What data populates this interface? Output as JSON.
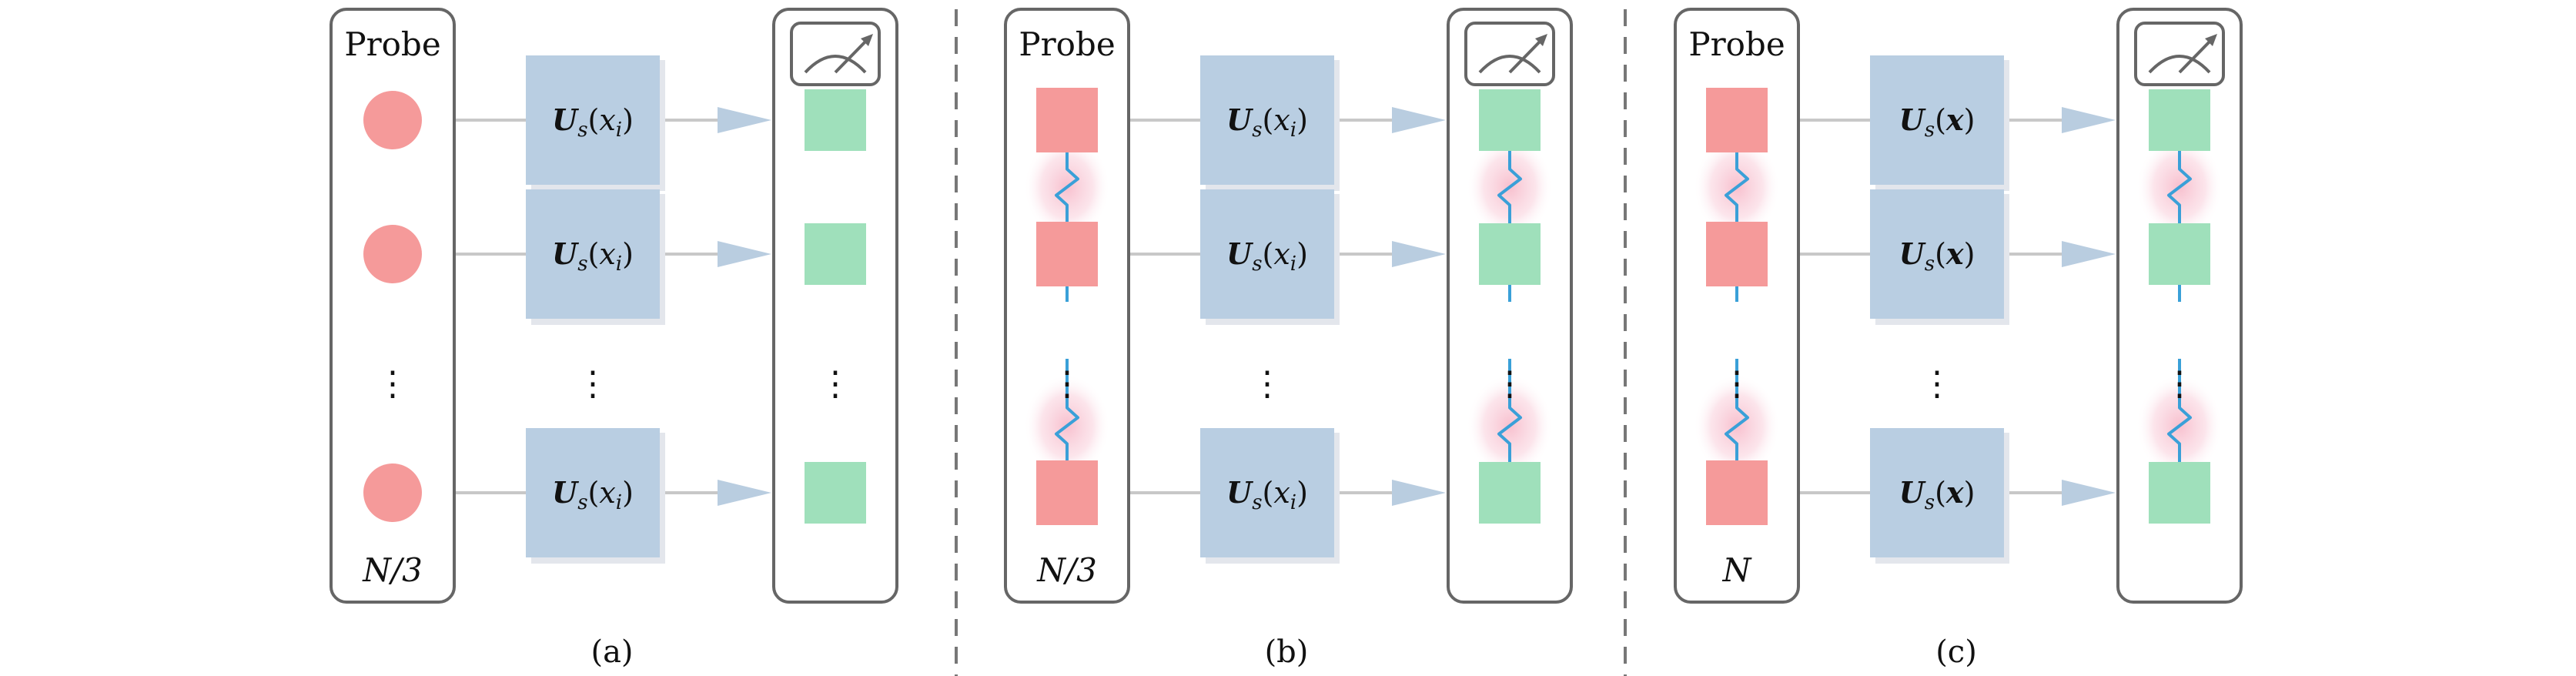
{
  "panels": [
    {
      "id": "a",
      "probe_title": "Probe",
      "probe_count": "N/3",
      "probe_shape": "circle",
      "entangled": false,
      "gate_label": {
        "op": "U",
        "sub": "s",
        "arg": "x",
        "arg_sub": "i",
        "arg_bold": false
      },
      "caption": "(a)"
    },
    {
      "id": "b",
      "probe_title": "Probe",
      "probe_count": "N/3",
      "probe_shape": "square",
      "entangled": true,
      "gate_label": {
        "op": "U",
        "sub": "s",
        "arg": "x",
        "arg_sub": "i",
        "arg_bold": false
      },
      "caption": "(b)"
    },
    {
      "id": "c",
      "probe_title": "Probe",
      "probe_count": "N",
      "probe_shape": "square",
      "entangled": true,
      "gate_label": {
        "op": "U",
        "sub": "s",
        "arg": "x",
        "arg_sub": "",
        "arg_bold": true
      },
      "caption": "(c)"
    }
  ],
  "ellipsis": "⋮",
  "colors": {
    "probe": "#f59a9a",
    "gate": "#b9cee2",
    "result": "#9fe0bb",
    "spring": "#3aa0d8",
    "arrow": "#b9cde0",
    "wire": "#c8c8c8",
    "frame": "#666666",
    "divider": "#777777"
  },
  "icons": {
    "meter": "measurement-meter-icon"
  }
}
